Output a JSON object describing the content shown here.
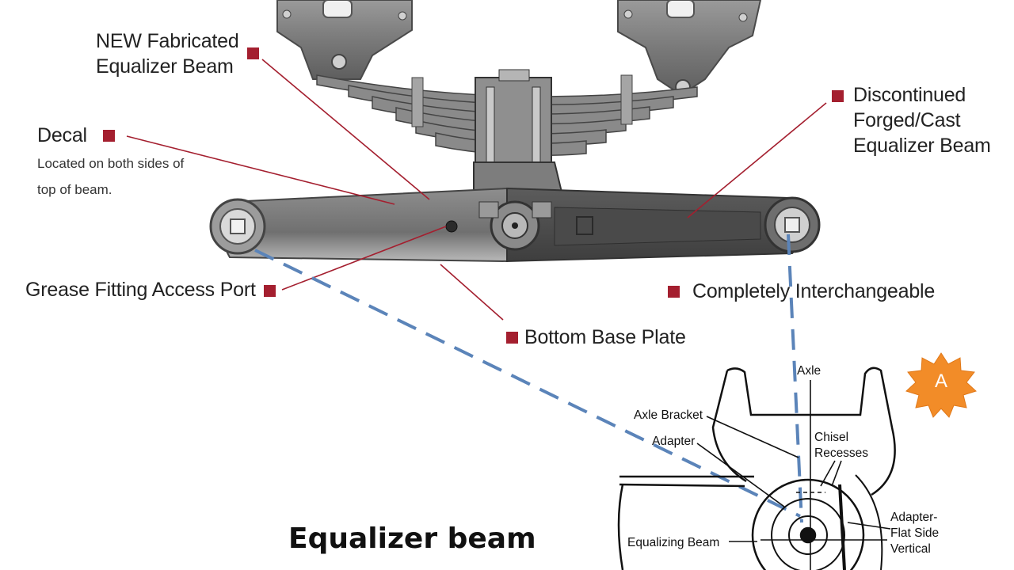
{
  "callouts": {
    "new_beam": "NEW Fabricated Equalizer Beam",
    "decal_title": "Decal",
    "decal_note": "Located on both sides of top of beam.",
    "grease": "Grease Fitting Access Port",
    "bottom_plate": "Bottom Base Plate",
    "discontinued": "Discontinued Forged/Cast Equalizer Beam",
    "interchangeable": "Completely Interchangeable"
  },
  "detail_drawing": {
    "axle": "Axle",
    "axle_bracket": "Axle Bracket",
    "adapter": "Adapter",
    "chisel": "Chisel Recesses",
    "chisel_line1": "Chisel",
    "chisel_line2": "Recesses",
    "equalizing_beam": "Equalizing Beam",
    "flat_side_line1": "Adapter-",
    "flat_side_line2": "Flat Side",
    "flat_side_line3": "Vertical"
  },
  "badge": {
    "letter": "A",
    "color": "#f28c28"
  },
  "caption": "Equalizer beam",
  "colors": {
    "bullet": "#a41f2f",
    "leader": "#a41f2f",
    "dashed_link": "#5b84b9"
  }
}
